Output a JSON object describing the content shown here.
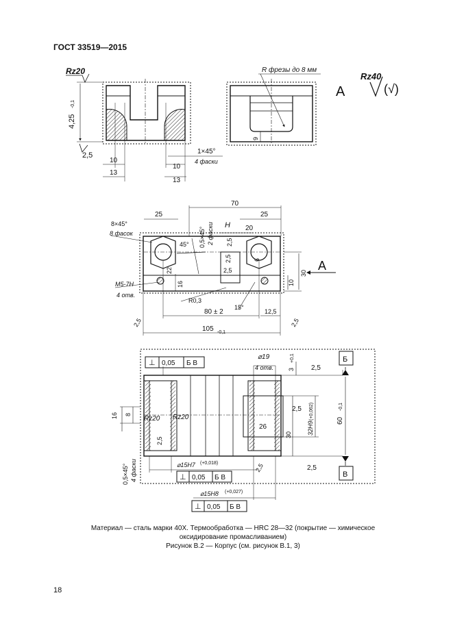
{
  "header": {
    "standard": "ГОСТ 33519—2015"
  },
  "views": {
    "top_left": {
      "roughness": "Rz20",
      "dim_height": "4,25",
      "dim_height_tol": "-0,1",
      "dim_2_5": "2,5",
      "dim_10a": "10",
      "dim_13a": "13",
      "dim_10b": "10",
      "dim_13b": "13",
      "chamfer": "1×45°",
      "chamfer_note": "4 фаски"
    },
    "top_right": {
      "mill_note": "R фрезы до 8 мм",
      "dim_9": "9"
    },
    "section_label": "A",
    "general_roughness": "Rz40",
    "roughness_tail": "(√)",
    "middle": {
      "dim_70": "70",
      "dim_25a": "25",
      "dim_25b": "25",
      "dim_20": "20",
      "dim_H": "H",
      "chamfer_8": "8×45°",
      "chamfer_8_note": "8 фасок",
      "chamfer_05": "0,5×45°",
      "chamfer_05_note": "2 фаски",
      "angle_45": "45°",
      "dim_2_5a": "2,5",
      "dim_2_5b": "2,5",
      "dim_2_5c": "2,5",
      "dim_6": "6",
      "dim_22": "22",
      "dim_16": "16",
      "dim_30": "30",
      "dim_10": "10",
      "thread": "M5-7H",
      "thread_note": "4 отв.",
      "radius": "R0,3",
      "angle_15": "15°",
      "dim_80": "80 ± 2",
      "dim_12_5": "12,5",
      "dim_105": "105",
      "dim_105_tol": "-0,1",
      "rough_left": "2,5",
      "rough_right": "2,5",
      "view_A": "A"
    },
    "bottom": {
      "tol_frame_top": {
        "symbol": "⊥",
        "value": "0,05",
        "datum": "Б В"
      },
      "dia_19": "⌀19",
      "dia_19_note": "4 отв.",
      "dim_3": "3",
      "dim_3_tol": "+0,1",
      "rough_2_5a": "2,5",
      "datum_B": "Б",
      "datum_V": "В",
      "dim_16": "16",
      "dim_8": "8",
      "rz20a": "Rz20",
      "rz20b": "Rz20",
      "dim_2_5": "2,5",
      "dim_26": "26",
      "dim_30": "30",
      "dim_32": "32H9",
      "dim_32_tol": "(+0,062)",
      "dim_60": "60",
      "dim_60_tol": "-0,1",
      "rough_2_5b": "2,5",
      "rough_2_5c": "2,5",
      "rough_2_5d": "2,5",
      "chamfer": "0,5×45°",
      "chamfer_note": "4 фаски",
      "dia_15h7": "⌀15H7",
      "dia_15h7_tol": "(+0,018)",
      "tol_frame_mid": {
        "symbol": "⊥",
        "value": "0,05",
        "datum": "Б В"
      },
      "dia_15h8": "⌀15H8",
      "dia_15h8_tol": "(+0,027)",
      "tol_frame_bot": {
        "symbol": "⊥",
        "value": "0,05",
        "datum": "Б В"
      }
    }
  },
  "caption": {
    "material": "Материал — сталь марки 40Х. Термообработка — HRC 28—32 (покрытие — химическое оксидирование промасливанием)",
    "figure": "Рисунок В.2 — Корпус (см. рисунок В.1, 3)"
  },
  "page_number": "18"
}
